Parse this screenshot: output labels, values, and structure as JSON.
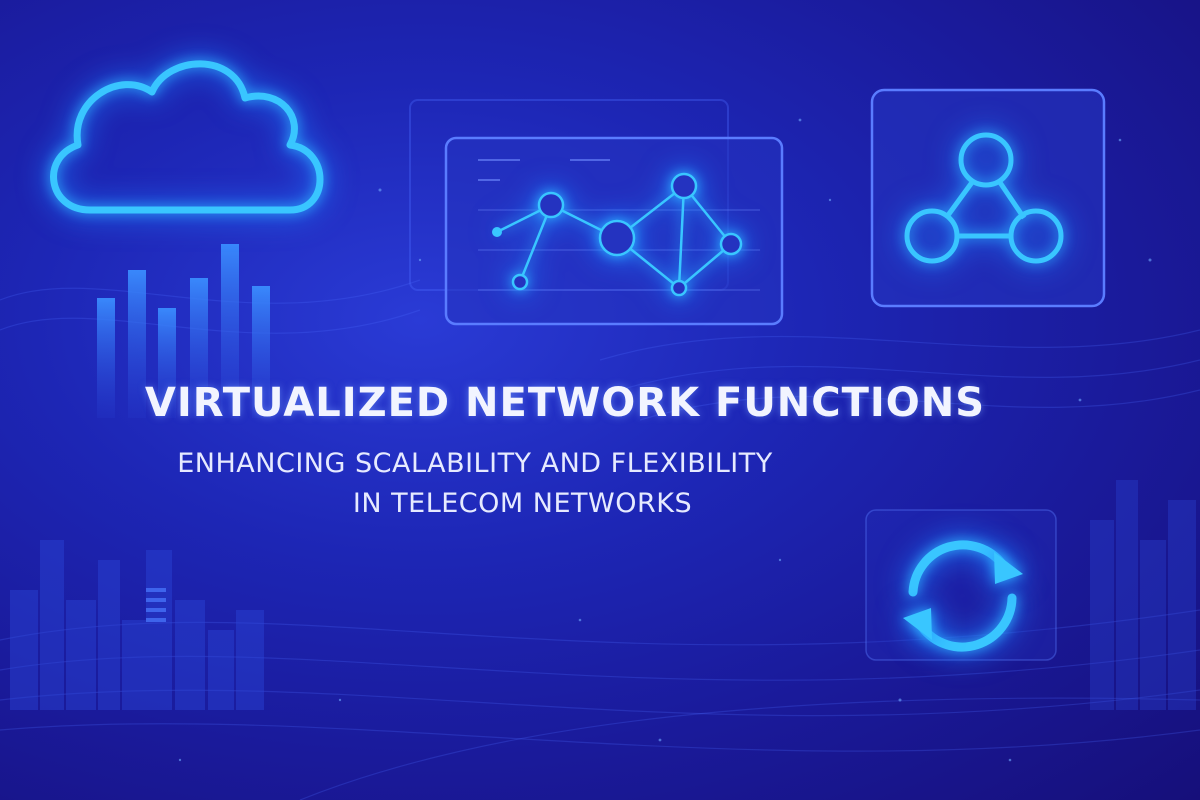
{
  "title": "VIRTUALIZED NETWORK FUNCTIONS",
  "subtitle_line1": "ENHANCING SCALABILITY AND FLEXIBILITY",
  "subtitle_line2": "IN TELECOM NETWORKS",
  "colors": {
    "background": "#1d26b5",
    "neon": "#39c6ff",
    "text": "#f2f4ff"
  },
  "icons": [
    "cloud-icon",
    "bar-chart-icon",
    "network-graph-panel",
    "triangle-network-icon",
    "refresh-icon",
    "city-skyline"
  ]
}
